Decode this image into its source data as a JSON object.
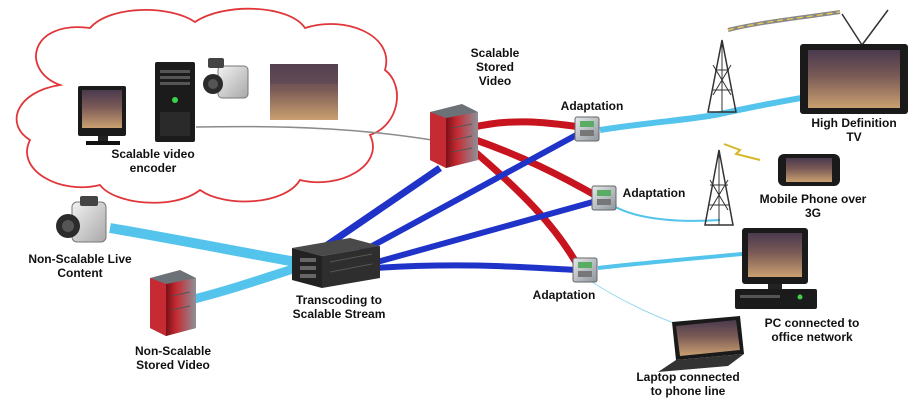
{
  "labels": {
    "scalable_encoder": [
      "Scalable video",
      "encoder"
    ],
    "scalable_stored": [
      "Scalable",
      "Stored",
      "Video"
    ],
    "adaptation": "Adaptation",
    "hd_tv": [
      "High Definition",
      "TV"
    ],
    "mobile_phone": [
      "Mobile Phone over",
      "3G"
    ],
    "non_scalable_live": [
      "Non-Scalable Live",
      "Content"
    ],
    "transcoding": [
      "Transcoding to",
      "Scalable Stream"
    ],
    "non_scalable_stored": [
      "Non-Scalable",
      "Stored Video"
    ],
    "pc_office": [
      "PC connected to",
      "office network"
    ],
    "laptop_phone": [
      "Laptop connected",
      "to phone line"
    ]
  },
  "colors": {
    "link_blue": "#1f33c8",
    "link_red": "#c8141e",
    "link_cyan": "#55c4ec",
    "cloud_outline": "#e0363a",
    "server_red": "#c62b33"
  }
}
